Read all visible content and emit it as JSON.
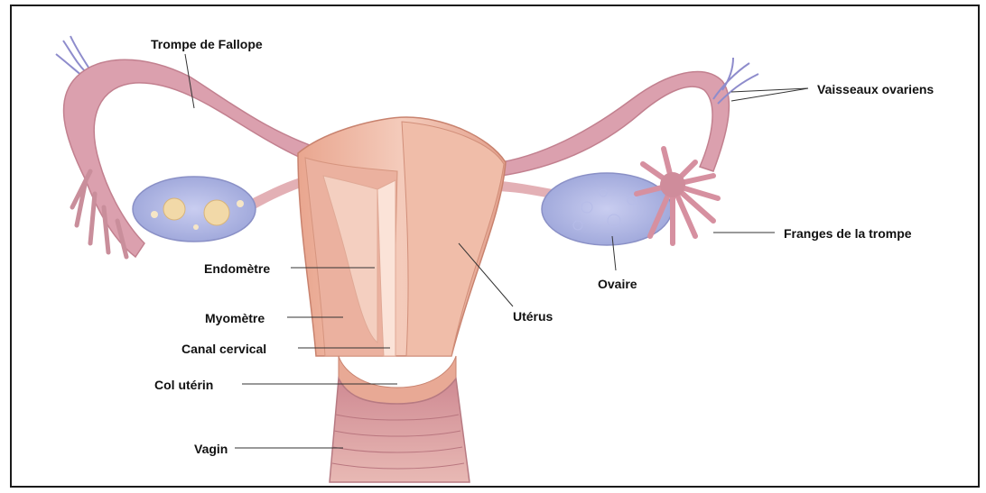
{
  "labels": {
    "fallopian_tube": "Trompe de Fallope",
    "ovarian_vessels": "Vaisseaux ovariens",
    "fimbriae": "Franges de la trompe",
    "ovary": "Ovaire",
    "uterus": "Utérus",
    "endometrium": "Endomètre",
    "myometrium": "Myomètre",
    "cervical_canal": "Canal cervical",
    "cervix": "Col utérin",
    "vagina": "Vagin"
  },
  "colors": {
    "tissue": "#e7a994",
    "tissue_light": "#f2c6b6",
    "tube": "#d99aa8",
    "ovary": "#aeb6e0",
    "follicle": "#f2d9a8",
    "vessel": "#8a86c8",
    "leader_line": "#333333"
  }
}
